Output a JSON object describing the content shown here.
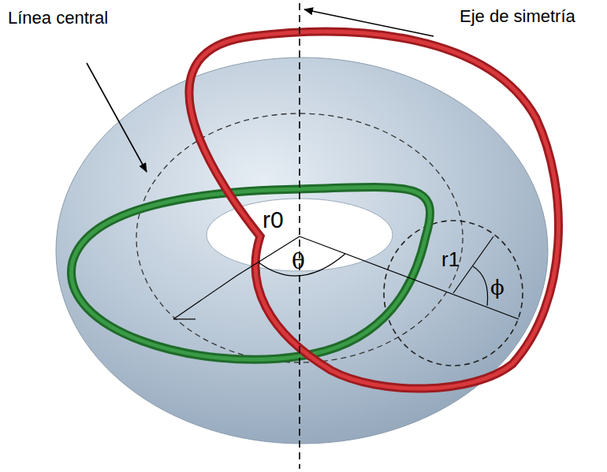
{
  "diagram": {
    "labels": [
      "Línea central",
      "Eje de simetría",
      "r0",
      "θ",
      "r1",
      "ϕ"
    ]
  }
}
